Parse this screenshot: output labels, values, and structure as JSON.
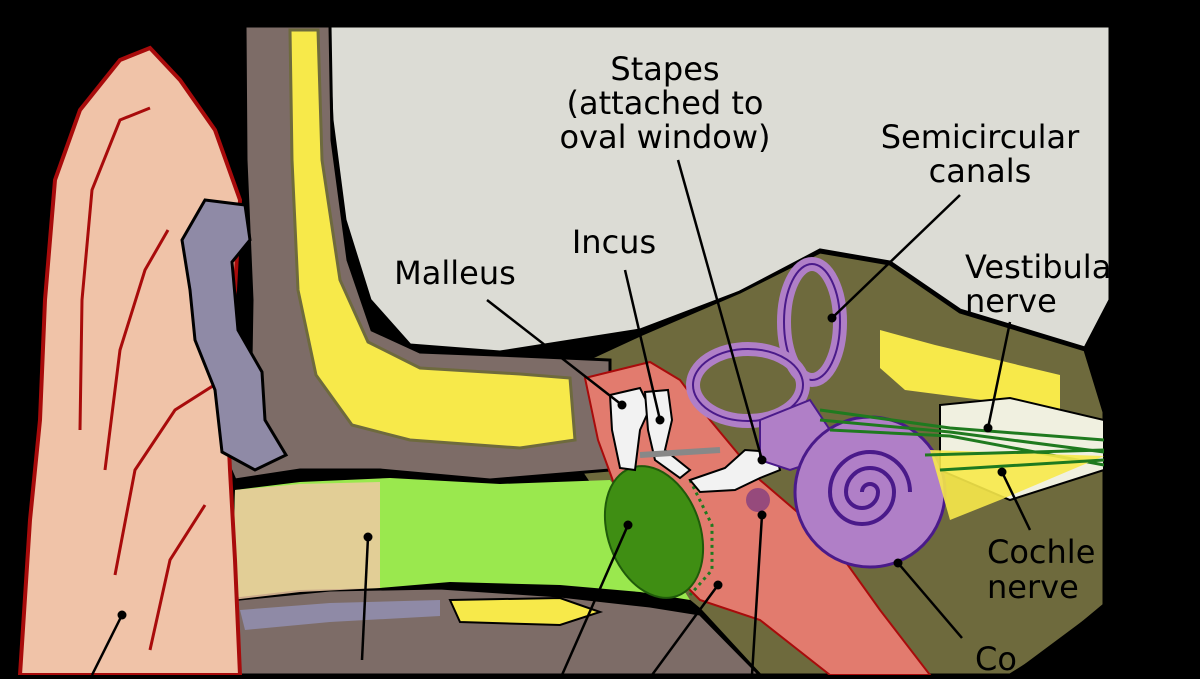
{
  "colors": {
    "background": "#000000",
    "air_space": "#dcdcd5",
    "bone": "#7d6c67",
    "skull_olive": "#6e6a3d",
    "auricle_skin": "#f0c3a8",
    "auricle_outline": "#a80b0b",
    "cartilage_blue": "#8f8aa6",
    "yellow": "#f7e94a",
    "ear_canal_green": "#9ae84e",
    "eardrum_green": "#3f8e13",
    "middle_ear_red": "#e27b6e",
    "cochlea_purple": "#b07fc7",
    "cochlea_outline": "#4a1a8a",
    "nerve_green": "#1f7a1f",
    "ossicle_white": "#f2f2f2"
  },
  "labels": {
    "stapes": [
      "Stapes",
      "(attached to",
      "oval window)"
    ],
    "semicircular": [
      "Semicircular",
      "canals"
    ],
    "incus": [
      "Incus"
    ],
    "malleus": [
      "Malleus"
    ],
    "vestibular": [
      "Vestibula",
      "nerve"
    ],
    "cochlear": [
      "Cochle",
      "nerve"
    ],
    "cochlea": [
      "Co"
    ]
  }
}
